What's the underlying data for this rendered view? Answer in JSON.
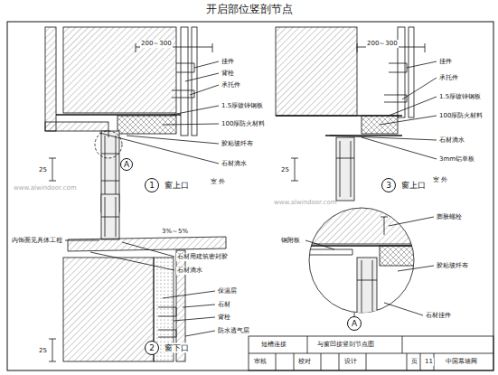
{
  "diagram": {
    "title": "开启部位竖剖节点",
    "nodes": [
      {
        "text": [
          "1",
          "窗上口"
        ]
      },
      {
        "text": [
          "A"
        ]
      },
      {
        "text": [
          "3",
          "窗上口"
        ]
      },
      {
        "text": [
          "2",
          "窗下口"
        ]
      },
      {
        "text": [
          "A"
        ]
      }
    ],
    "labels": [
      "200～300",
      "挂件",
      "背栓",
      "承托件",
      "1.5厚镀锌钢板",
      "100厚防火材料",
      "胶粘玻纤布",
      "石材滴水",
      "25",
      "室 外",
      "200～300",
      "挂件",
      "承托件",
      "1.5厚镀锌钢板",
      "100厚防火材料",
      "石材滴水",
      "3mm铝单板",
      "25",
      "室 外",
      "内饰面见具体工程",
      "3%～5%",
      "石材用建筑密封胶",
      "石材滴水",
      "保温层",
      "石材",
      "背栓",
      "防水透气层",
      "25",
      "膨胀螺栓",
      "钢附板",
      "胶粘玻纤布",
      "石材挂件",
      "短槽连接",
      "与窗凹接竖剖节点图",
      "审核",
      "校对",
      "设计",
      "页",
      "11",
      "www.alwindoor.com",
      "www.alwindoor.com",
      "中国幕墙网"
    ]
  }
}
